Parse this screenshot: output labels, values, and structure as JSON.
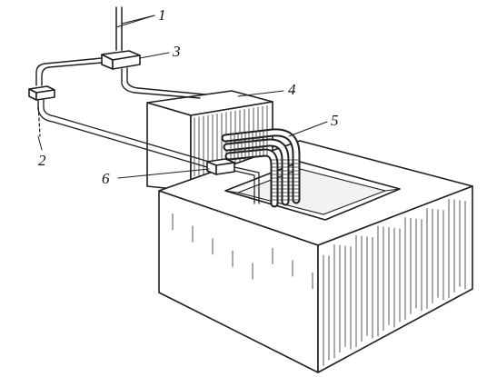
{
  "labels": {
    "l1": "1",
    "l2": "2",
    "l3": "3",
    "l4": "4",
    "l5": "5",
    "l6": "6"
  },
  "colors": {
    "ink": "#1f1f1f",
    "paper": "#ffffff",
    "liquid": "#f2f2f2"
  }
}
